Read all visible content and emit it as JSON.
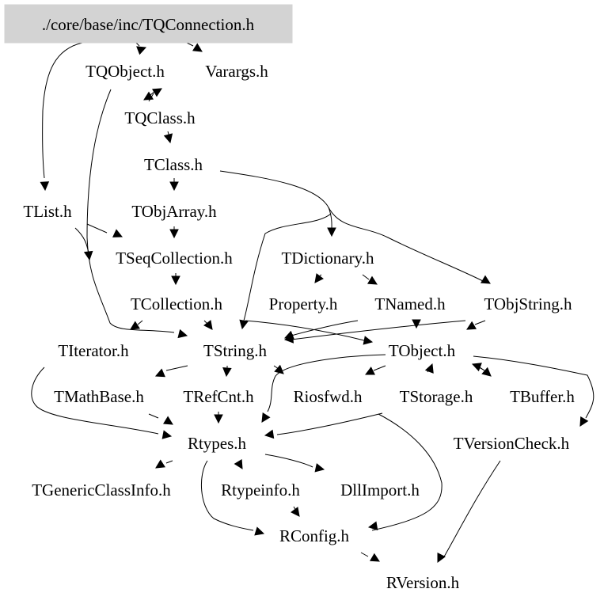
{
  "graph": {
    "type": "include-dependency-graph",
    "root": "./core/base/inc/TQConnection.h",
    "root_fill": "#d3d3d3",
    "nodes": [
      {
        "id": "TQConnection",
        "label": "./core/base/inc/TQConnection.h"
      },
      {
        "id": "TQObject",
        "label": "TQObject.h"
      },
      {
        "id": "Varargs",
        "label": "Varargs.h"
      },
      {
        "id": "TQClass",
        "label": "TQClass.h"
      },
      {
        "id": "TClass",
        "label": "TClass.h"
      },
      {
        "id": "TList",
        "label": "TList.h"
      },
      {
        "id": "TObjArray",
        "label": "TObjArray.h"
      },
      {
        "id": "TSeqCollection",
        "label": "TSeqCollection.h"
      },
      {
        "id": "TDictionary",
        "label": "TDictionary.h"
      },
      {
        "id": "TCollection",
        "label": "TCollection.h"
      },
      {
        "id": "Property",
        "label": "Property.h"
      },
      {
        "id": "TNamed",
        "label": "TNamed.h"
      },
      {
        "id": "TObjString",
        "label": "TObjString.h"
      },
      {
        "id": "TIterator",
        "label": "TIterator.h"
      },
      {
        "id": "TString",
        "label": "TString.h"
      },
      {
        "id": "TObject",
        "label": "TObject.h"
      },
      {
        "id": "TMathBase",
        "label": "TMathBase.h"
      },
      {
        "id": "TRefCnt",
        "label": "TRefCnt.h"
      },
      {
        "id": "Riosfwd",
        "label": "Riosfwd.h"
      },
      {
        "id": "TStorage",
        "label": "TStorage.h"
      },
      {
        "id": "TBuffer",
        "label": "TBuffer.h"
      },
      {
        "id": "Rtypes",
        "label": "Rtypes.h"
      },
      {
        "id": "TVersionCheck",
        "label": "TVersionCheck.h"
      },
      {
        "id": "TGenericClassInfo",
        "label": "TGenericClassInfo.h"
      },
      {
        "id": "Rtypeinfo",
        "label": "Rtypeinfo.h"
      },
      {
        "id": "DllImport",
        "label": "DllImport.h"
      },
      {
        "id": "RConfig",
        "label": "RConfig.h"
      },
      {
        "id": "RVersion",
        "label": "RVersion.h"
      }
    ],
    "edges": [
      {
        "from": "TQConnection",
        "to": "TQObject"
      },
      {
        "from": "TQConnection",
        "to": "Varargs"
      },
      {
        "from": "TQConnection",
        "to": "TList"
      },
      {
        "from": "TQObject",
        "to": "TQClass"
      },
      {
        "from": "TQObject",
        "to": "TString"
      },
      {
        "from": "TQClass",
        "to": "TQObject"
      },
      {
        "from": "TQClass",
        "to": "TClass"
      },
      {
        "from": "TClass",
        "to": "TObjArray"
      },
      {
        "from": "TClass",
        "to": "TDictionary"
      },
      {
        "from": "TClass",
        "to": "TObjString"
      },
      {
        "from": "TClass",
        "to": "TString"
      },
      {
        "from": "TList",
        "to": "TSeqCollection"
      },
      {
        "from": "TList",
        "to": "TString"
      },
      {
        "from": "TObjArray",
        "to": "TSeqCollection"
      },
      {
        "from": "TSeqCollection",
        "to": "TCollection"
      },
      {
        "from": "TDictionary",
        "to": "Property"
      },
      {
        "from": "TDictionary",
        "to": "TNamed"
      },
      {
        "from": "TCollection",
        "to": "TIterator"
      },
      {
        "from": "TCollection",
        "to": "TString"
      },
      {
        "from": "TCollection",
        "to": "TObject"
      },
      {
        "from": "TNamed",
        "to": "TString"
      },
      {
        "from": "TNamed",
        "to": "TObject"
      },
      {
        "from": "TObjString",
        "to": "TString"
      },
      {
        "from": "TObjString",
        "to": "TObject"
      },
      {
        "from": "TIterator",
        "to": "Rtypes"
      },
      {
        "from": "TString",
        "to": "TMathBase"
      },
      {
        "from": "TString",
        "to": "TRefCnt"
      },
      {
        "from": "TString",
        "to": "Riosfwd"
      },
      {
        "from": "TObject",
        "to": "Riosfwd"
      },
      {
        "from": "TObject",
        "to": "TStorage"
      },
      {
        "from": "TObject",
        "to": "TBuffer"
      },
      {
        "from": "TObject",
        "to": "Rtypes"
      },
      {
        "from": "TObject",
        "to": "TVersionCheck"
      },
      {
        "from": "TBuffer",
        "to": "TObject"
      },
      {
        "from": "TStorage",
        "to": "TObject"
      },
      {
        "from": "TMathBase",
        "to": "Rtypes"
      },
      {
        "from": "TRefCnt",
        "to": "Rtypes"
      },
      {
        "from": "TStorage",
        "to": "Rtypes"
      },
      {
        "from": "TStorage",
        "to": "RConfig"
      },
      {
        "from": "Rtypes",
        "to": "TGenericClassInfo"
      },
      {
        "from": "Rtypes",
        "to": "Rtypeinfo"
      },
      {
        "from": "Rtypes",
        "to": "DllImport"
      },
      {
        "from": "Rtypes",
        "to": "RConfig"
      },
      {
        "from": "Rtypeinfo",
        "to": "RConfig"
      },
      {
        "from": "RConfig",
        "to": "RVersion"
      },
      {
        "from": "TVersionCheck",
        "to": "RVersion"
      }
    ]
  }
}
